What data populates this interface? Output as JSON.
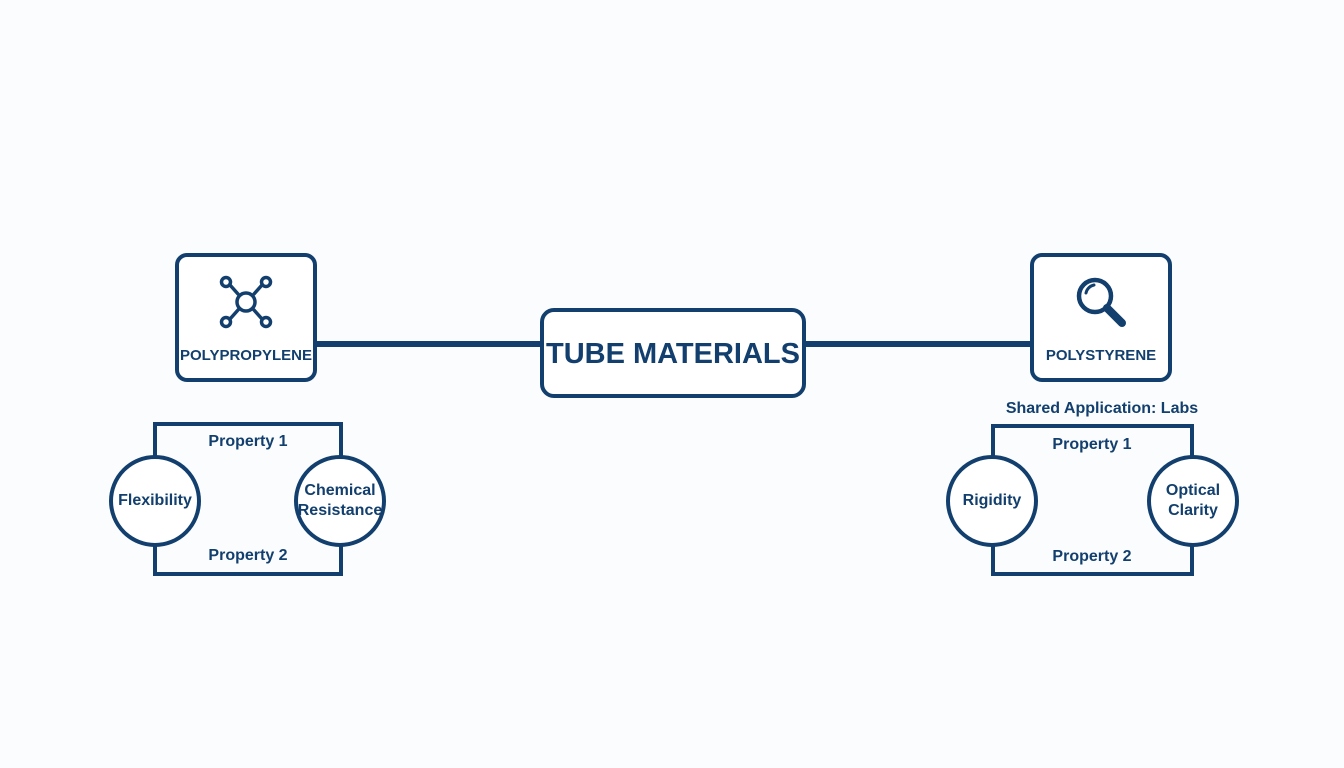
{
  "center": {
    "title": "TUBE MATERIALS"
  },
  "left": {
    "name": "POLYPROPYLENE",
    "icon": "molecule-icon",
    "property_top": "Property 1",
    "property_bottom": "Property 2",
    "circle_left": "Flexibility",
    "circle_right_line1": "Chemical",
    "circle_right_line2": "Resistance"
  },
  "right": {
    "name": "POLYSTYRENE",
    "icon": "magnifier-icon",
    "application": "Shared Application: Labs",
    "property_top": "Property 1",
    "property_bottom": "Property 2",
    "circle_left": "Rigidity",
    "circle_right_line1": "Optical",
    "circle_right_line2": "Clarity"
  },
  "colors": {
    "primary": "#123f6d",
    "background": "#fbfcfd"
  }
}
